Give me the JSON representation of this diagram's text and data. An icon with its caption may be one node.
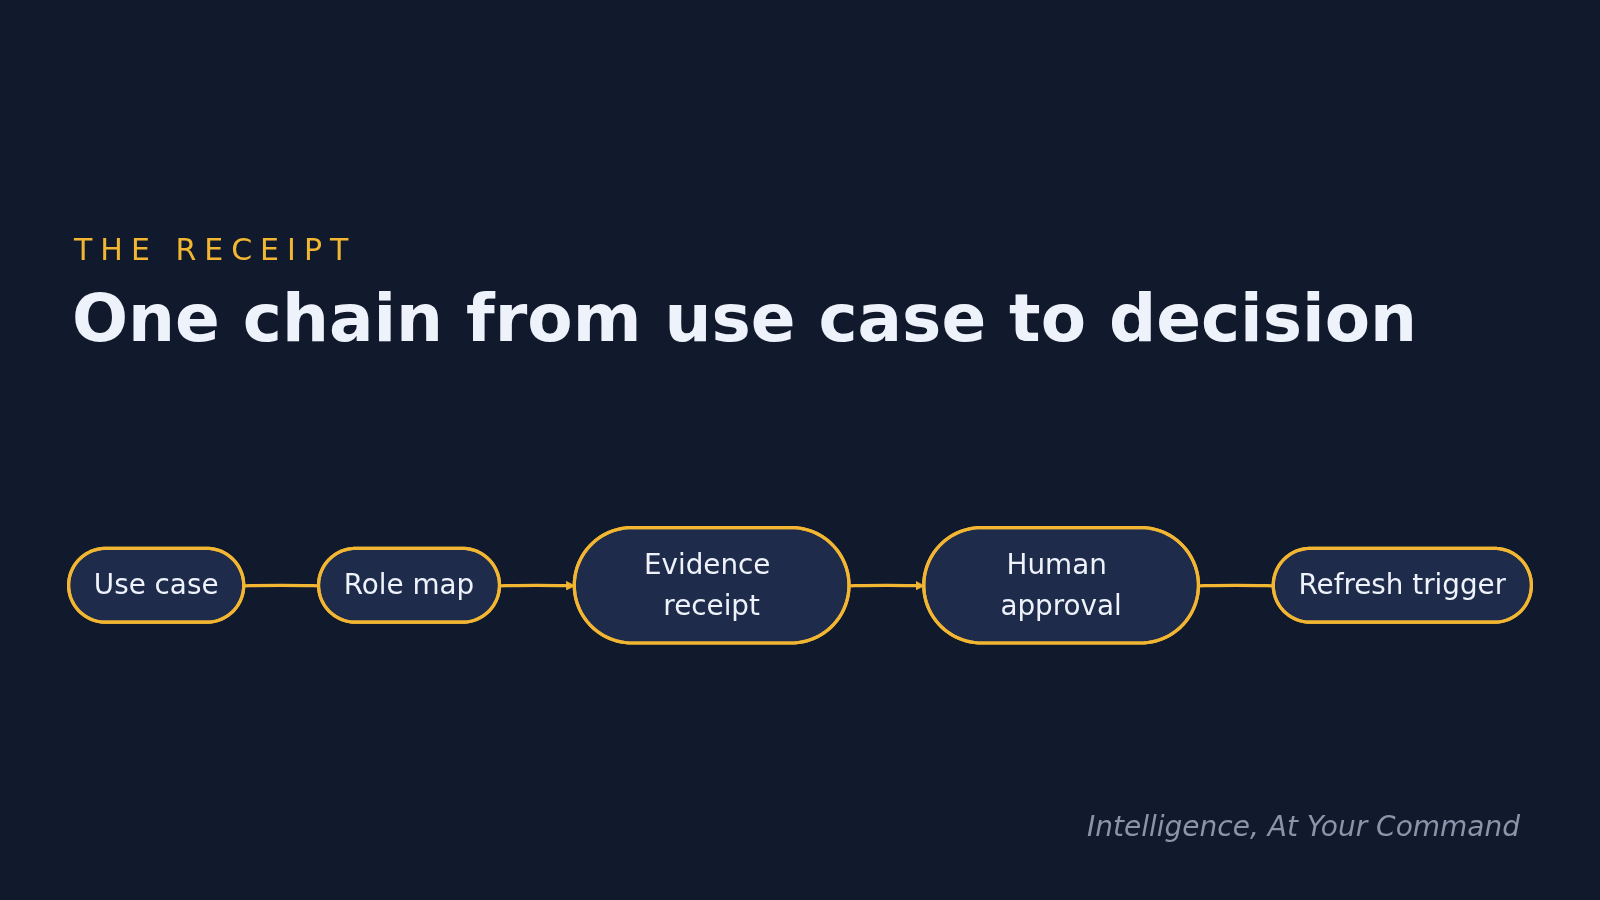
{
  "diagram": {
    "title": "One chain from use case to decision",
    "nodes": [
      {
        "text": [
          "Use case"
        ]
      },
      {
        "text": [
          "Role map"
        ]
      },
      {
        "text": [
          "Evidence receipt"
        ]
      },
      {
        "text": [
          "Human approval"
        ]
      },
      {
        "text": [
          "Refresh trigger"
        ]
      }
    ],
    "edges": [
      {
        "from": 0,
        "to": 1,
        "arrow": "none"
      },
      {
        "from": 1,
        "to": 2,
        "arrow": "to"
      },
      {
        "from": 2,
        "to": 3,
        "arrow": "to"
      },
      {
        "from": 3,
        "to": 4,
        "arrow": "none"
      }
    ],
    "labels": [
      "THE RECEIPT",
      "Intelligence, At Your Command"
    ]
  }
}
